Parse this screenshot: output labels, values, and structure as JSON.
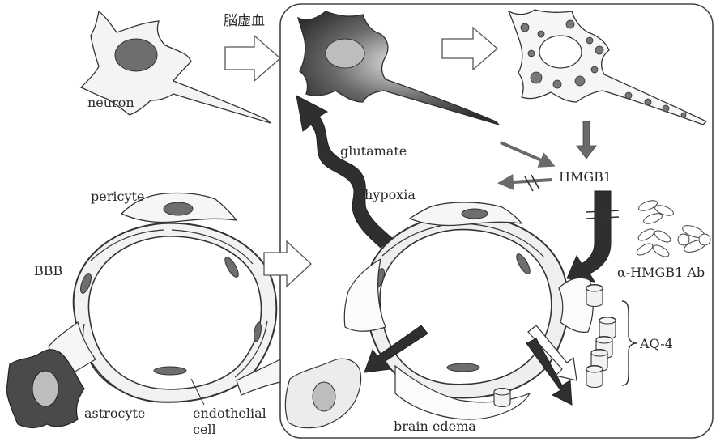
{
  "labels": {
    "hemorrhage": "脳虚血",
    "neuron": "neuron",
    "glutamate": "glutamate",
    "hypoxia": "hypoxia",
    "hmgb1": "HMGB1",
    "pericyte": "pericyte",
    "bbb": "BBB",
    "antibody": "α-HMGB1 Ab",
    "aq4": "AQ-4",
    "astrocyte": "astrocyte",
    "endothelial_1": "endothelial",
    "endothelial_2": "cell",
    "brain_edema": "brain edema"
  },
  "colors": {
    "ink": "#2a2a2a",
    "dark_arrow": "#2f2f2f",
    "gray_fill": "#7a7a7a",
    "panel_stroke": "#444444"
  }
}
